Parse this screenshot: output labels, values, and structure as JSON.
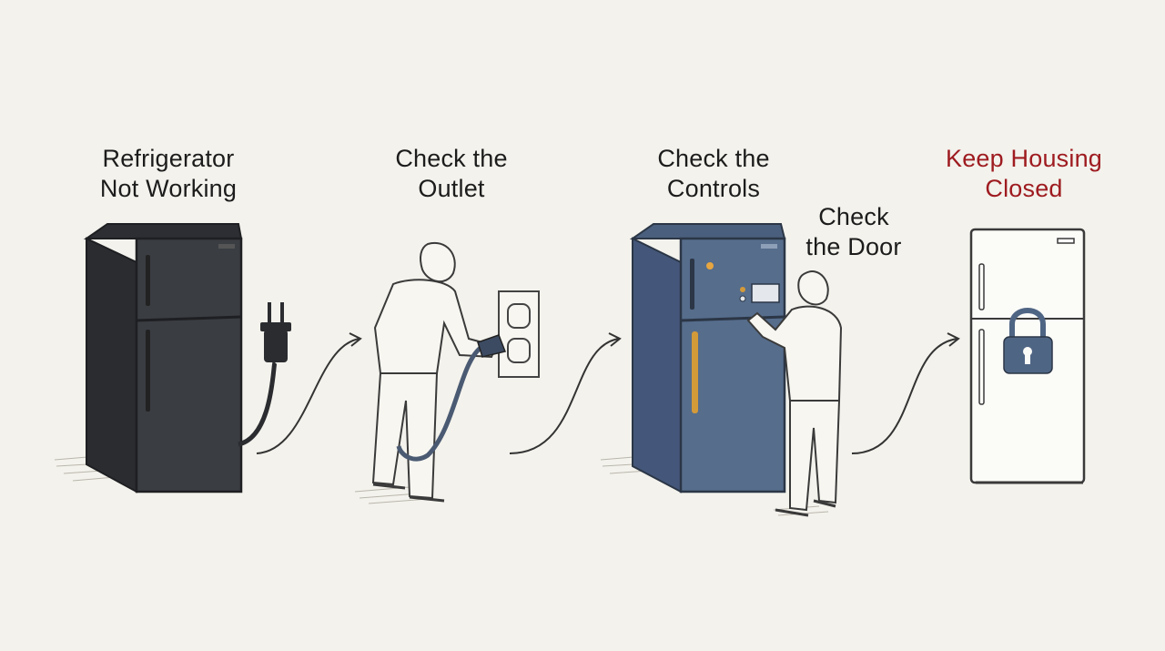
{
  "steps": [
    {
      "line1": "Refrigerator",
      "line2": "Not Working"
    },
    {
      "line1": "Check the",
      "line2": "Outlet"
    },
    {
      "line1": "Check the",
      "line2": "Controls"
    },
    {
      "line1": "Check",
      "line2": "the Door"
    },
    {
      "line1": "Keep Housing",
      "line2": "Closed"
    }
  ],
  "colors": {
    "background": "#f3f2ec",
    "dark_fridge": "#3a3d42",
    "blue_fridge": "#566d8c",
    "handle_accent": "#d39a3a",
    "lock": "#4f6584",
    "warning_text": "#9e1b20"
  },
  "icons": [
    "refrigerator-icon",
    "plug-icon",
    "outlet-icon",
    "person-icon",
    "control-panel-icon",
    "lock-icon",
    "arrow-icon"
  ]
}
